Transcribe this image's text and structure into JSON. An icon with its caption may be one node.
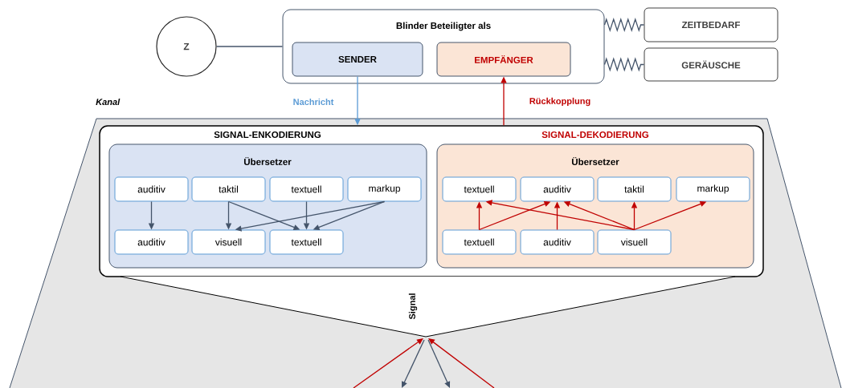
{
  "diagram": {
    "nodes": [
      {
        "text": [
          "Z"
        ]
      },
      {
        "text": [
          "Blinder Beteiligter als"
        ]
      },
      {
        "text": [
          "SENDER"
        ],
        "in": 1
      },
      {
        "text": [
          "EMPFÄNGER"
        ],
        "in": 1
      },
      {
        "text": [
          "ZEITBEDARF"
        ]
      },
      {
        "text": [
          "GERÄUSCHE"
        ]
      },
      {
        "text": [
          "Kanal"
        ]
      },
      {
        "text": [
          "SIGNAL-ENKODIERUNG",
          "SIGNAL-DEKODIERUNG"
        ],
        "in": 6
      },
      {
        "text": [
          "Übersetzer"
        ],
        "in": 7
      },
      {
        "text": [
          "auditiv"
        ],
        "in": 8
      },
      {
        "text": [
          "taktil"
        ],
        "in": 8
      },
      {
        "text": [
          "textuell"
        ],
        "in": 8
      },
      {
        "text": [
          "markup"
        ],
        "in": 8
      },
      {
        "text": [
          "auditiv"
        ],
        "in": 8
      },
      {
        "text": [
          "visuell"
        ],
        "in": 8
      },
      {
        "text": [
          "textuell"
        ],
        "in": 8
      },
      {
        "text": [
          "Übersetzer"
        ],
        "in": 7
      },
      {
        "text": [
          "textuell"
        ],
        "in": 16
      },
      {
        "text": [
          "auditiv"
        ],
        "in": 16
      },
      {
        "text": [
          "taktil"
        ],
        "in": 16
      },
      {
        "text": [
          "markup"
        ],
        "in": 16
      },
      {
        "text": [
          "textuell"
        ],
        "in": 16
      },
      {
        "text": [
          "auditiv"
        ],
        "in": 16
      },
      {
        "text": [
          "visuell"
        ],
        "in": 16
      },
      {
        "text": [
          "Signal"
        ],
        "in": 6
      }
    ],
    "edges": [
      {
        "from": 0,
        "to": 1,
        "arrow": "none"
      },
      {
        "from": 1,
        "to": 4,
        "arrow": "none"
      },
      {
        "from": 1,
        "to": 5,
        "arrow": "none"
      },
      {
        "from": 2,
        "to": 7,
        "arrow": "to",
        "label": "Nachricht",
        "color": "#5b9bd5"
      },
      {
        "from": 7,
        "to": 3,
        "arrow": "to",
        "label": "Rückkopplung",
        "color": "#c00000"
      },
      {
        "from": 9,
        "to": 13,
        "arrow": "to"
      },
      {
        "from": 10,
        "to": 14,
        "arrow": "to"
      },
      {
        "from": 10,
        "to": 15,
        "arrow": "to"
      },
      {
        "from": 11,
        "to": 15,
        "arrow": "to"
      },
      {
        "from": 12,
        "to": 14,
        "arrow": "to"
      },
      {
        "from": 12,
        "to": 15,
        "arrow": "to"
      },
      {
        "from": 21,
        "to": 17,
        "arrow": "to",
        "color": "#c00000"
      },
      {
        "from": 21,
        "to": 18,
        "arrow": "to",
        "color": "#c00000"
      },
      {
        "from": 22,
        "to": 18,
        "arrow": "to",
        "color": "#c00000"
      },
      {
        "from": 23,
        "to": 17,
        "arrow": "to",
        "color": "#c00000"
      },
      {
        "from": 23,
        "to": 18,
        "arrow": "to",
        "color": "#c00000"
      },
      {
        "from": 23,
        "to": 19,
        "arrow": "to",
        "color": "#c00000"
      },
      {
        "from": 23,
        "to": 20,
        "arrow": "to",
        "color": "#c00000"
      },
      {
        "from": null,
        "to": 24,
        "arrow": "to",
        "color": "#c00000"
      },
      {
        "from": null,
        "to": 24,
        "arrow": "to",
        "color": "#c00000"
      },
      {
        "from": 24,
        "to": null,
        "arrow": "to"
      },
      {
        "from": 24,
        "to": null,
        "arrow": "to"
      }
    ]
  }
}
